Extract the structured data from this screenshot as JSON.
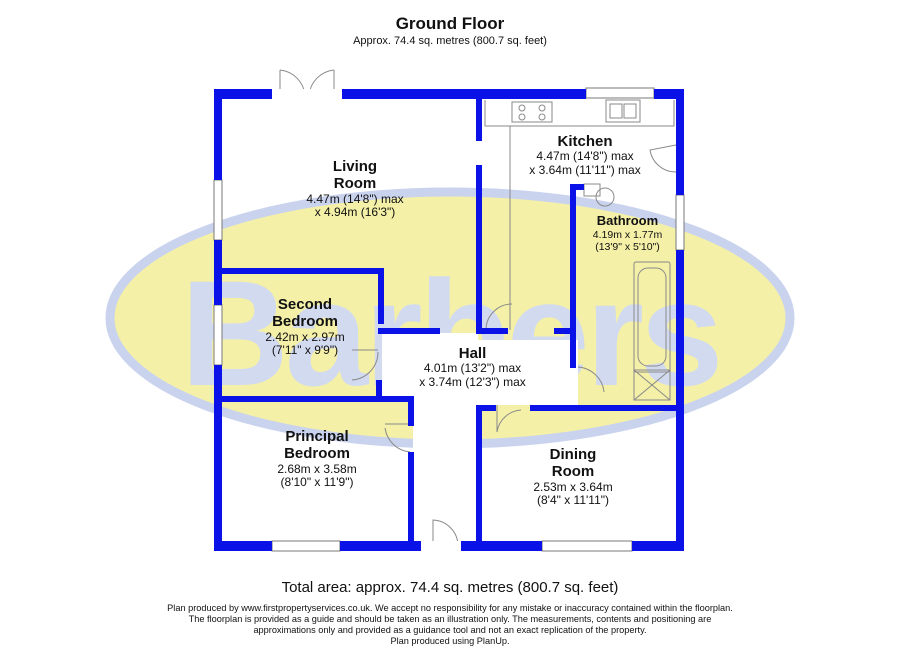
{
  "header": {
    "title": "Ground Floor",
    "subtitle": "Approx. 74.4 sq. metres (800.7 sq. feet)"
  },
  "watermark": {
    "text": "Barbers",
    "fill": "#f4f0a8",
    "ring": "#c9d3ee",
    "ink": "#d2daf0"
  },
  "colors": {
    "wall": "#0a12e8",
    "window": "#7a7a7a",
    "hall_fill": "#ffffff"
  },
  "rooms": {
    "living": {
      "name": "Living\nRoom",
      "dims": "4.47m (14'8\") max\nx 4.94m (16'3\")"
    },
    "kitchen": {
      "name": "Kitchen",
      "dims": "4.47m (14'8\") max\nx 3.64m (11'11\") max"
    },
    "bathroom": {
      "name": "Bathroom",
      "dims": "4.19m x 1.77m\n(13'9\" x 5'10\")"
    },
    "second": {
      "name": "Second\nBedroom",
      "dims": "2.42m x 2.97m\n(7'11\" x 9'9\")"
    },
    "hall": {
      "name": "Hall",
      "dims": "4.01m (13'2\") max\nx 3.74m (12'3\") max"
    },
    "principal": {
      "name": "Principal\nBedroom",
      "dims": "2.68m x 3.58m\n(8'10\" x 11'9\")"
    },
    "dining": {
      "name": "Dining\nRoom",
      "dims": "2.53m x 3.64m\n(8'4\" x 11'11\")"
    }
  },
  "footer": {
    "total": "Total area: approx. 74.4 sq. metres (800.7 sq. feet)",
    "disclaimer": "Plan produced by www.firstpropertyservices.co.uk. We accept no responsibility for any mistake or inaccuracy contained within the floorplan. The floorplan is provided as a guide and should be taken as an illustration only. The measurements, contents and positioning are approximations only and provided as a guidance tool and not an exact replication of the property.\nPlan produced using PlanUp."
  }
}
